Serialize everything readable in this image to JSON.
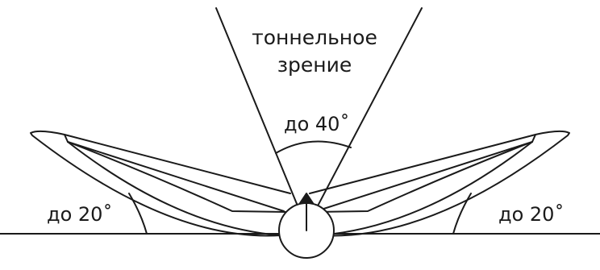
{
  "diagram": {
    "title_line1": "тоннельное",
    "title_line2": "зрение",
    "top_angle_label": "до 40˚",
    "left_angle_label": "до 20˚",
    "right_angle_label": "до 20˚",
    "stroke_color": "#1a1a1a",
    "background_color": "#ffffff"
  }
}
